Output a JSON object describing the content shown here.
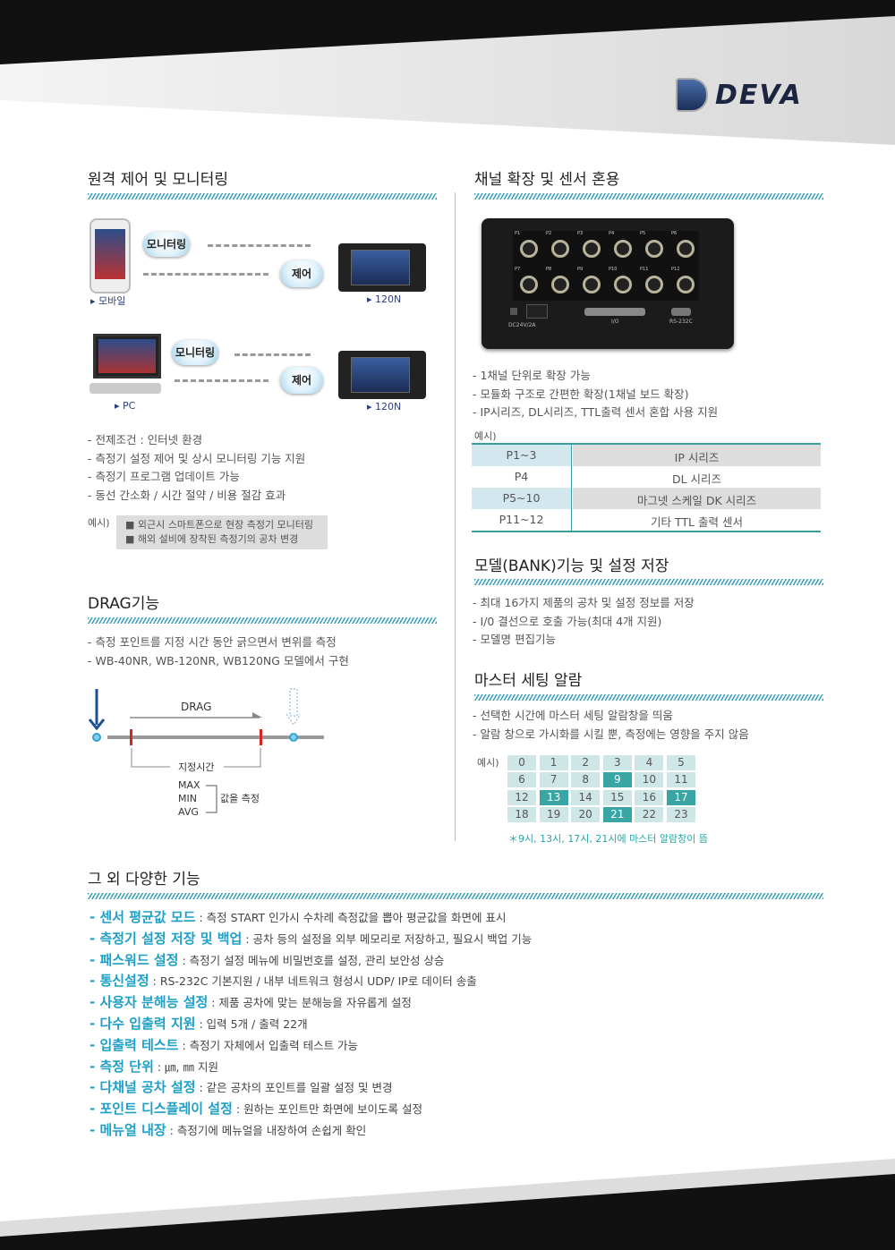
{
  "brand": {
    "logo": "DEVA",
    "accent": "#1e9fc8"
  },
  "remote": {
    "title": "원격 제어 및 모니터링",
    "monitoring": "모니터링",
    "control": "제어",
    "mobile": "▸ 모바일",
    "pc": "▸ PC",
    "device": "▸ 120N",
    "bullets": [
      "- 전제조건 : 인터넷 환경",
      "- 측정기 설정 제어 및 상시 모니터링 기능 지원",
      "- 측정기 프로그램 업데이트 가능",
      "- 동선 간소화 / 시간 절약 / 비용 절감 효과"
    ],
    "example_label": "예시)",
    "examples": [
      "■ 외근시 스마트폰으로 현장 측정기 모니터링",
      "■ 해외 설비에 장착된 측정기의 공차 변경"
    ]
  },
  "drag": {
    "title": "DRAG기능",
    "bullets": [
      "- 측정 포인트를 지정 시간 동안 긁으면서 변위를 측정",
      "- WB-40NR, WB-120NR, WB120NG 모델에서 구현"
    ],
    "diagram": {
      "drag": "DRAG",
      "period": "지정시간",
      "max": "MAX",
      "min": "MIN",
      "avg": "AVG",
      "measure": "값을 측정"
    }
  },
  "channel": {
    "title": "채널 확장 및 센서 혼용",
    "ports": [
      "P1",
      "P2",
      "P3",
      "P4",
      "P5",
      "P6",
      "P7",
      "P8",
      "P9",
      "P10",
      "P11",
      "P12"
    ],
    "power": "DC24V/2A",
    "io": "I/O",
    "rs": "RS-232C",
    "bullets": [
      "- 1채널 단위로 확장 가능",
      "- 모듈화 구조로 간편한 확장(1채널 보드 확장)",
      "- IP시리즈, DL시리즈, TTL출력 센서 혼합 사용 지원"
    ],
    "example_label": "예시)",
    "table": [
      [
        "P1~3",
        "IP 시리즈"
      ],
      [
        "P4",
        "DL 시리즈"
      ],
      [
        "P5~10",
        "마그넷 스케일 DK 시리즈"
      ],
      [
        "P11~12",
        "기타 TTL 출력 센서"
      ]
    ]
  },
  "bank": {
    "title": "모델(BANK)기능 및 설정 저장",
    "bullets": [
      "- 최대 16가지 제품의 공차 및 설정 정보를 저장",
      "- I/0 결선으로 호출 가능(최대 4개 지원)",
      "- 모델명 편집기능"
    ]
  },
  "alarm": {
    "title": "마스터 세팅 알람",
    "bullets": [
      "- 선택한 시간에 마스터 세팅 알람창을 띄움",
      "- 알람 창으로 가시화를 시킬 뿐, 측정에는 영향을 주지 않음"
    ],
    "example_label": "예시)",
    "hours": [
      "0",
      "1",
      "2",
      "3",
      "4",
      "5",
      "6",
      "7",
      "8",
      "9",
      "10",
      "11",
      "12",
      "13",
      "14",
      "15",
      "16",
      "17",
      "18",
      "19",
      "20",
      "21",
      "22",
      "23"
    ],
    "highlighted": [
      9,
      13,
      17,
      21
    ],
    "note": "＊9시, 13시, 17시, 21시에 마스터 알람창이 뜸"
  },
  "other": {
    "title": "그 외 다양한 기능",
    "items": [
      {
        "key": "- 센서 평균값 모드",
        "desc": " : 측정 START 인가시 수차례 측정값을 뽑아 평균값을 화면에 표시"
      },
      {
        "key": "- 측정기 설정 저장 및 백업",
        "desc": " : 공차 등의 설정을 외부 메모리로 저장하고, 필요시 백업 기능"
      },
      {
        "key": "- 패스워드 설정",
        "desc": " : 측정기 설정 메뉴에 비밀번호를 설정, 관리 보안성 상승"
      },
      {
        "key": "- 통신설정",
        "desc": " : RS-232C 기본지원 / 내부 네트워크 형성시 UDP/ IP로 데이터 송출"
      },
      {
        "key": "- 사용자 분해능 설정",
        "desc": " : 제품 공차에 맞는 분해능을 자유롭게 설정"
      },
      {
        "key": "- 다수 입출력 지원",
        "desc": " : 입력 5개 / 출력 22개"
      },
      {
        "key": "- 입출력 테스트",
        "desc": " : 측정기 자체에서 입출력 테스트 가능"
      },
      {
        "key": "- 측정 단위",
        "desc": " : ㎛, ㎜ 지원"
      },
      {
        "key": "- 다채널 공차 설정",
        "desc": " : 같은 공차의 포인트를 일괄 설정 및 변경"
      },
      {
        "key": "- 포인트 디스플레이 설정",
        "desc": " : 원하는 포인트만 화면에 보이도록 설정"
      },
      {
        "key": "- 메뉴얼 내장",
        "desc": " : 측정기에 메뉴얼을 내장하여 손쉽게 확인"
      }
    ]
  }
}
